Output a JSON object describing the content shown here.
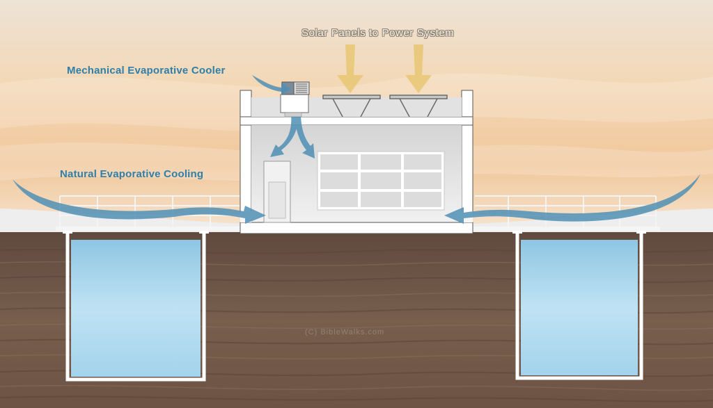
{
  "labels": {
    "solar": "Solar Panels to Power System",
    "mechanical": "Mechanical Evaporative Cooler",
    "natural": "Natural Evaporative Cooling"
  },
  "watermark": "(C) BibleWalks.com",
  "colors": {
    "sky_top": "#efe6da",
    "sky_warm": "#f2caa0",
    "soil": "#6b5446",
    "water": "#b9dff2",
    "airflow": "#4f8fb5",
    "solar_arrow": "#e8c877",
    "label_blue": "#2f7fa8"
  }
}
